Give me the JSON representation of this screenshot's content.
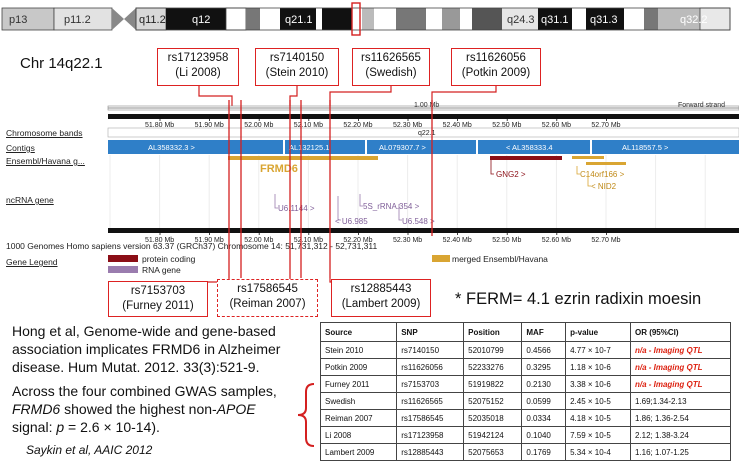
{
  "ideogram": {
    "bands": [
      {
        "label": "p13",
        "style": "light"
      },
      {
        "label": "p11.2",
        "style": "light"
      },
      {
        "label": "q11.2",
        "style": "dark"
      },
      {
        "label": "q12",
        "style": "black"
      },
      {
        "label": "q21.1",
        "style": "black"
      },
      {
        "label": "q24.3",
        "style": "light"
      },
      {
        "label": "q31.1",
        "style": "black"
      },
      {
        "label": "q31.3",
        "style": "black"
      },
      {
        "label": "q32.2",
        "style": "gray"
      }
    ]
  },
  "chr_label": "Chr 14q22.1",
  "snp_boxes_top": [
    {
      "rsid": "rs17123958",
      "study": "(Li 2008)"
    },
    {
      "rsid": "rs7140150",
      "study": "(Stein 2010)"
    },
    {
      "rsid": "rs11626565",
      "study": "(Swedish)"
    },
    {
      "rsid": "rs11626056",
      "study": "(Potkin 2009)"
    }
  ],
  "snp_boxes_bottom": [
    {
      "rsid": "rs7153703",
      "study": "(Furney 2011)"
    },
    {
      "rsid": "rs17586545",
      "study": "(Reiman 2007)"
    },
    {
      "rsid": "rs12885443",
      "study": "(Lambert 2009)"
    }
  ],
  "browser": {
    "scale_label": "1.00 Mb",
    "strand_label": "Forward strand",
    "ticks": [
      "51.80 Mb",
      "51.90 Mb",
      "52.00 Mb",
      "52.10 Mb",
      "52.20 Mb",
      "52.30 Mb",
      "52.40 Mb",
      "52.50 Mb",
      "52.60 Mb",
      "52.70 Mb"
    ],
    "band_name": "q22.1",
    "contigs": [
      "AL358332.3 >",
      "AL132125.1",
      "AL079307.7 >",
      "< AL358333.4",
      "AL118557.5 >"
    ],
    "genes": {
      "frmd6": "FRMD6",
      "gng2": "GNG2 >",
      "c14orf166": "C14orf166 >",
      "nid2": "< NID2"
    },
    "ncrna": [
      "U6.1144 >",
      "< U6.985",
      "5S_rRNA.354 >",
      "U6.548 >"
    ],
    "genomes_line": "1000 Genomes Homo sapiens version 63.37 (GRCh37) Chromosome 14: 51,731,312 - 52,731,311",
    "track_labels": {
      "bands": "Chromosome bands",
      "contigs": "Contigs",
      "ensembl": "Ensembl/Havana g...",
      "ncrna": "ncRNA gene",
      "legend": "Gene Legend"
    },
    "legend": {
      "protein_coding": "protein coding",
      "rna_gene": "RNA gene",
      "merged": "merged Ensembl/Havana"
    },
    "colors": {
      "contig": "#2f7fc8",
      "protein_coding": "#8b0e16",
      "rna_gene": "#9a7cae",
      "merged": "#d9a532",
      "snp_line": "#d42020"
    }
  },
  "ferm_note": "* FERM= 4.1 ezrin radixin moesin",
  "reference": {
    "line1": "Hong et al, Genome-wide and gene-based",
    "line2": "association implicates FRMD6 in Alzheimer",
    "line3": "disease. Hum Mutat. 2012. 33(3):521-9."
  },
  "summary": {
    "line1": "Across the four combined GWAS samples,",
    "gene": "FRMD6",
    "mid2": " showed the highest non-",
    "apoe": "APOE",
    "line3a": "signal: ",
    "p": "p",
    "line3b": " = 2.6 × 10-14)."
  },
  "citation": "Saykin et al, AAIC 2012",
  "table": {
    "headers": [
      "Source",
      "SNP",
      "Position",
      "MAF",
      "p-value",
      "OR (95%CI)"
    ],
    "rows": [
      [
        "Stein 2010",
        "rs7140150",
        "52010799",
        "0.4566",
        "4.77 × 10-7",
        "n/a - Imaging QTL"
      ],
      [
        "Potkin 2009",
        "rs11626056",
        "52233276",
        "0.3295",
        "1.18 × 10-6",
        "n/a - Imaging QTL"
      ],
      [
        "Furney 2011",
        "rs7153703",
        "51919822",
        "0.2130",
        "3.38 × 10-6",
        "n/a - Imaging QTL"
      ],
      [
        "Swedish",
        "rs11626565",
        "52075152",
        "0.0599",
        "2.45 × 10-5",
        "1.69;1.34-2.13"
      ],
      [
        "Reiman 2007",
        "rs17586545",
        "52035018",
        "0.0334",
        "4.18 × 10-5",
        "1.86; 1.36-2.54"
      ],
      [
        "Li 2008",
        "rs17123958",
        "51942124",
        "0.1040",
        "7.59 × 10-5",
        "2.12; 1.38-3.24"
      ],
      [
        "Lambert 2009",
        "rs12885443",
        "52075653",
        "0.1769",
        "5.34 × 10-4",
        "1.16; 1.07-1.25"
      ]
    ]
  }
}
